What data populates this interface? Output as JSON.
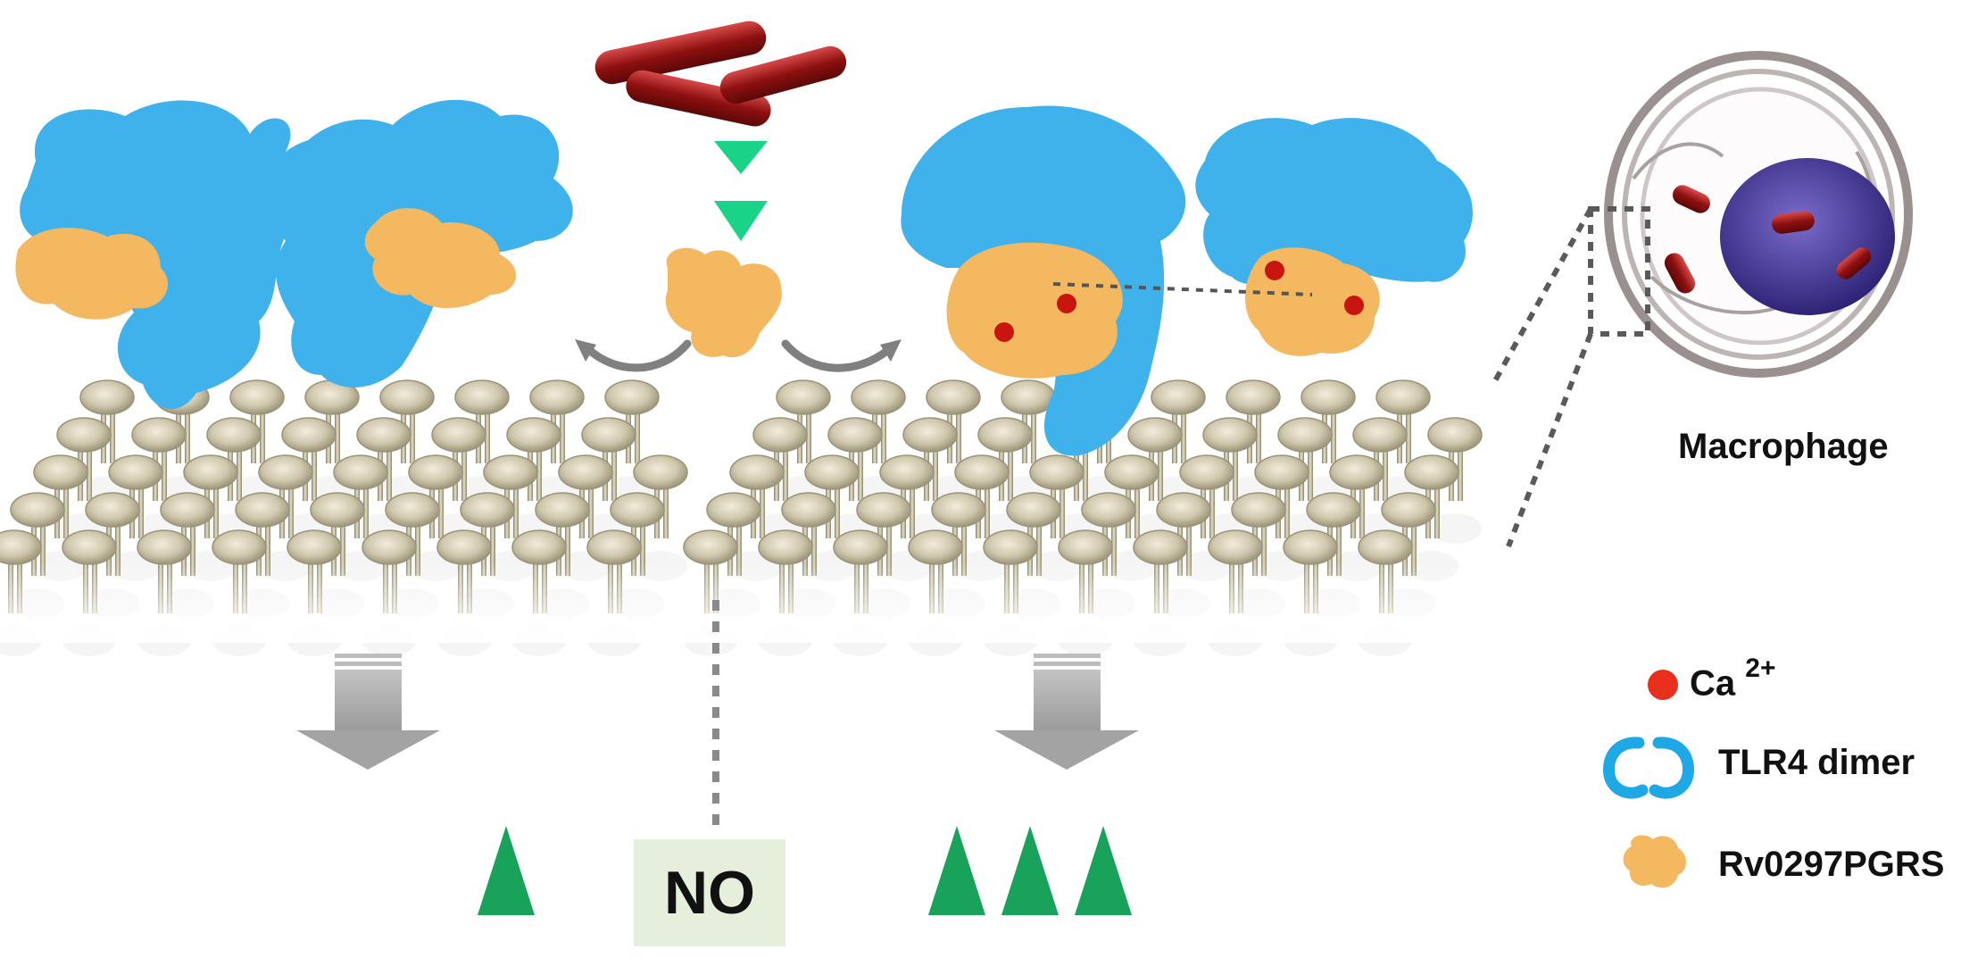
{
  "figure": {
    "labels": {
      "macrophage": "Macrophage",
      "no_box": "NO"
    },
    "legend": {
      "calcium": {
        "text": "Ca",
        "superscript": "2+",
        "color": "#e8301c"
      },
      "tlr4": {
        "text": "TLR4 dimer",
        "color": "#1fa8e6"
      },
      "protein": {
        "text": "Rv0297PGRS",
        "color": "#f4b860"
      }
    },
    "colors": {
      "tlr4": "#3fb2ec",
      "protein": "#f4b860",
      "bacteria": "#9e1414",
      "indicator": "#19a35a",
      "nucleus": "#4a3a9e",
      "membrane": "#c9c0a6",
      "arrow": "#a3a3a3"
    },
    "indicators": {
      "left_count": 1,
      "right_count": 3
    }
  }
}
